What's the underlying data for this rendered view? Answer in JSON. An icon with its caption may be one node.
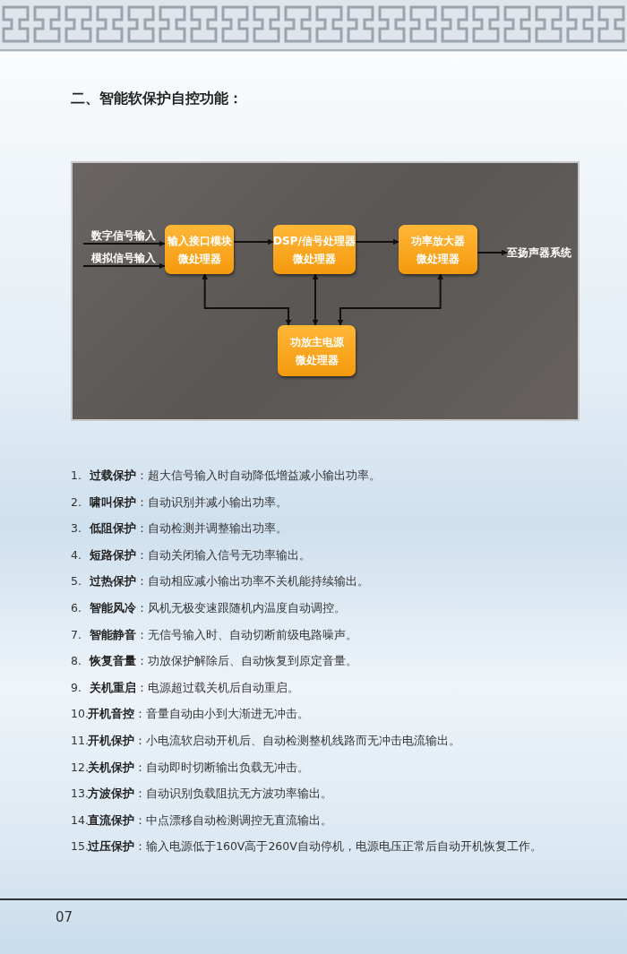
{
  "diagram": {
    "title": "二、智能软保护自控功能：",
    "nodes": [
      {
        "text": [
          "数字信号输入"
        ]
      },
      {
        "text": [
          "模拟信号输入"
        ]
      },
      {
        "text": [
          "输入接口模块",
          "微处理器"
        ]
      },
      {
        "text": [
          "DSP/信号处理器",
          "微处理器"
        ]
      },
      {
        "text": [
          "功率放大器",
          "微处理器"
        ]
      },
      {
        "text": [
          "至扬声器系统"
        ]
      },
      {
        "text": [
          "功放主电源",
          "微处理器"
        ]
      }
    ],
    "edges": [
      {
        "from": 0,
        "to": 2,
        "arrow": "to"
      },
      {
        "from": 1,
        "to": 2,
        "arrow": "to"
      },
      {
        "from": 2,
        "to": 3,
        "arrow": "to"
      },
      {
        "from": 3,
        "to": 4,
        "arrow": "to"
      },
      {
        "from": 4,
        "to": 5,
        "arrow": "to"
      },
      {
        "from": 2,
        "to": 6,
        "arrow": "both"
      },
      {
        "from": 3,
        "to": 6,
        "arrow": "both"
      },
      {
        "from": 4,
        "to": 6,
        "arrow": "both"
      }
    ],
    "labels": [
      "1.",
      "**过载保护**：超大信号输入时自动降低增益减小输出功率。",
      "2.",
      "**啸叫保护**：自动识别并减小输出功率。",
      "3.",
      "**低阻保护**：自动检测并调整输出功率。",
      "4.",
      "**短路保护**：自动关闭输入信号无功率输出。",
      "5.",
      "**过热保护**：自动相应减小输出功率不关机能持续输出。",
      "6.",
      "**智能风冷**：风机无极变速跟随机内温度自动调控。",
      "7.",
      "**智能静音**：无信号输入时、自动切断前级电路噪声。",
      "8.",
      "**恢复音量**：功放保护解除后、自动恢复到原定音量。",
      "9.",
      "**关机重启**：电源超过载关机后自动重启。",
      "10.",
      "**开机音控**：音量自动由小到大渐进无冲击。",
      "11.",
      "**开机保护**：小电流软启动开机后、自动检测整机线路而无冲击电流输出。",
      "12.",
      "**关机保护**：自动即时切断输出负载无冲击。",
      "13.",
      "**方波保护**：自动识别负载阻抗无方波功率输出。",
      "14.",
      "**直流保护**：中点漂移自动检测调控无直流输出。",
      "15.",
      "**过压保护**：输入电源低于160V高于260V自动停机，电源电压正常后自动开机恢复工作。",
      "07"
    ]
  }
}
